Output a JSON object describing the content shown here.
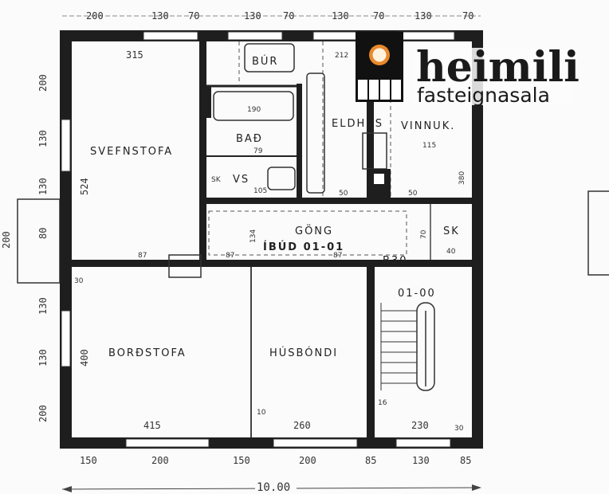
{
  "plan": {
    "top_dims": [
      "200",
      "130",
      "70",
      "130",
      "70",
      "130",
      "70",
      "130",
      "70"
    ],
    "bottom_dims": [
      "150",
      "200",
      "150",
      "200",
      "85",
      "130",
      "85"
    ],
    "total_width": "10.00",
    "left_dims": [
      "200",
      "130",
      "130",
      "80",
      "200",
      "130",
      "130",
      "200"
    ],
    "rooms": {
      "svefnstofa": "SVEFNSTOFA",
      "bur": "BÚR",
      "bad": "BAÐ",
      "vs": "VS",
      "sk1": "SK",
      "eldhus": "ELDHÚS",
      "vinnuk": "VINNUK.",
      "gong": "GÖNG",
      "ibud": "ÍBÚD 01-01",
      "sk2": "SK",
      "bordstofa": "BORÐSTOFA",
      "husbondi": "HÚSBÓNDI",
      "stair": "01-00",
      "b30": "B30"
    },
    "room_dims": {
      "svefn_w": "315",
      "svefn_h": "524",
      "bath_tub": "190",
      "bad_w": "79",
      "vs_w": "105",
      "eld_w": "212",
      "vinn_w": "115",
      "vinn_h": "380",
      "d87a": "87",
      "d87b": "87",
      "d87c": "87",
      "gong_h": "134",
      "d50a": "50",
      "d50b": "50",
      "bord_h": "400",
      "bord_w": "415",
      "hus_w": "260",
      "stair_w": "230",
      "d30a": "30",
      "d30b": "30",
      "d16": "16",
      "d10": "10",
      "sk_w": "40",
      "d70": "70"
    }
  },
  "logo": {
    "name": "heimili",
    "tagline": "fasteignasala",
    "accent_color": "#e8892a"
  }
}
